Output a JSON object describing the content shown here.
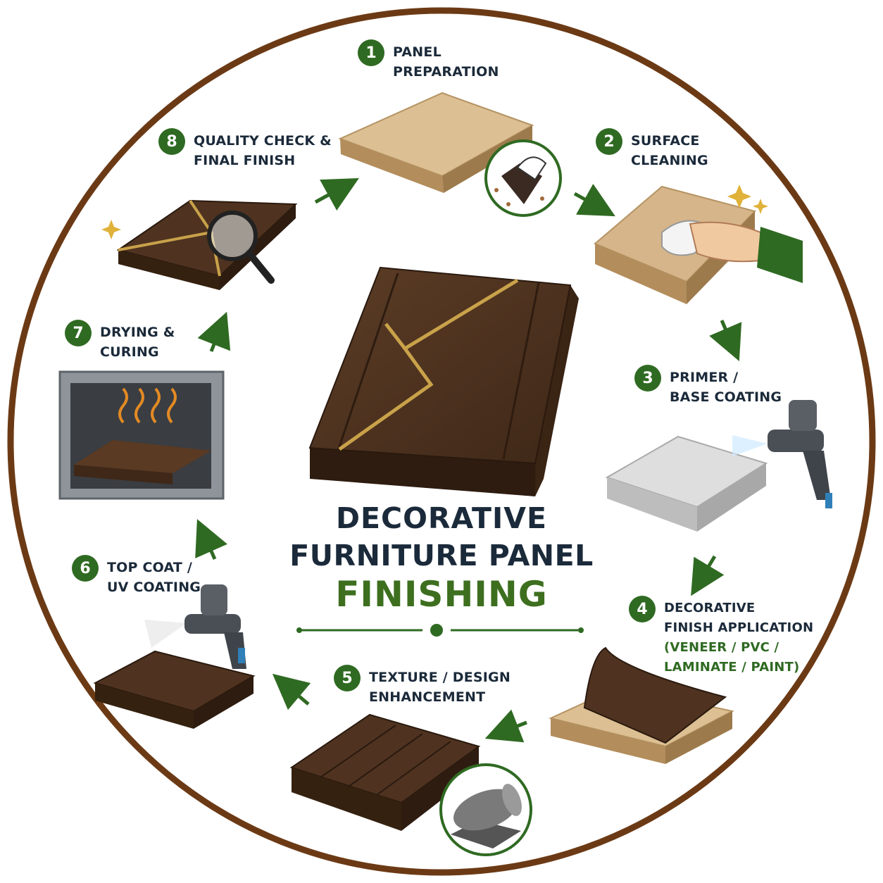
{
  "title": {
    "line1": "DECORATIVE",
    "line2": "FURNITURE PANEL",
    "line3": "FINISHING"
  },
  "steps": [
    {
      "number": "1",
      "lines": [
        "PANEL",
        "PREPARATION"
      ]
    },
    {
      "number": "2",
      "lines": [
        "SURFACE",
        "CLEANING"
      ]
    },
    {
      "number": "3",
      "lines": [
        "PRIMER /",
        "BASE COATING"
      ]
    },
    {
      "number": "4",
      "lines": [
        "DECORATIVE",
        "FINISH APPLICATION"
      ],
      "sub_lines": [
        "(VENEER / PVC /",
        "LAMINATE / PAINT)"
      ]
    },
    {
      "number": "5",
      "lines": [
        "TEXTURE / DESIGN",
        "ENHANCEMENT"
      ]
    },
    {
      "number": "6",
      "lines": [
        "TOP COAT /",
        "UV COATING"
      ]
    },
    {
      "number": "7",
      "lines": [
        "DRYING &",
        "CURING"
      ]
    },
    {
      "number": "8",
      "lines": [
        "QUALITY CHECK &",
        "FINAL FINISH"
      ]
    }
  ],
  "colors": {
    "ring": "#6b3a15",
    "accent_green": "#2f6a22",
    "title_dark": "#1b2a3a",
    "title_green": "#3d6f1f",
    "wood_dark": "#4f3320",
    "mdf": "#d8b98c",
    "primer": "#d9d9d9",
    "inlay_gold": "#c9a24a"
  },
  "icons": [
    "sanding-block-icon",
    "cleaning-cloth-hand-icon",
    "spray-gun-icon",
    "laminate-sheet-icon",
    "texture-roller-icon",
    "spray-gun-icon",
    "curing-oven-icon",
    "magnifier-icon"
  ]
}
